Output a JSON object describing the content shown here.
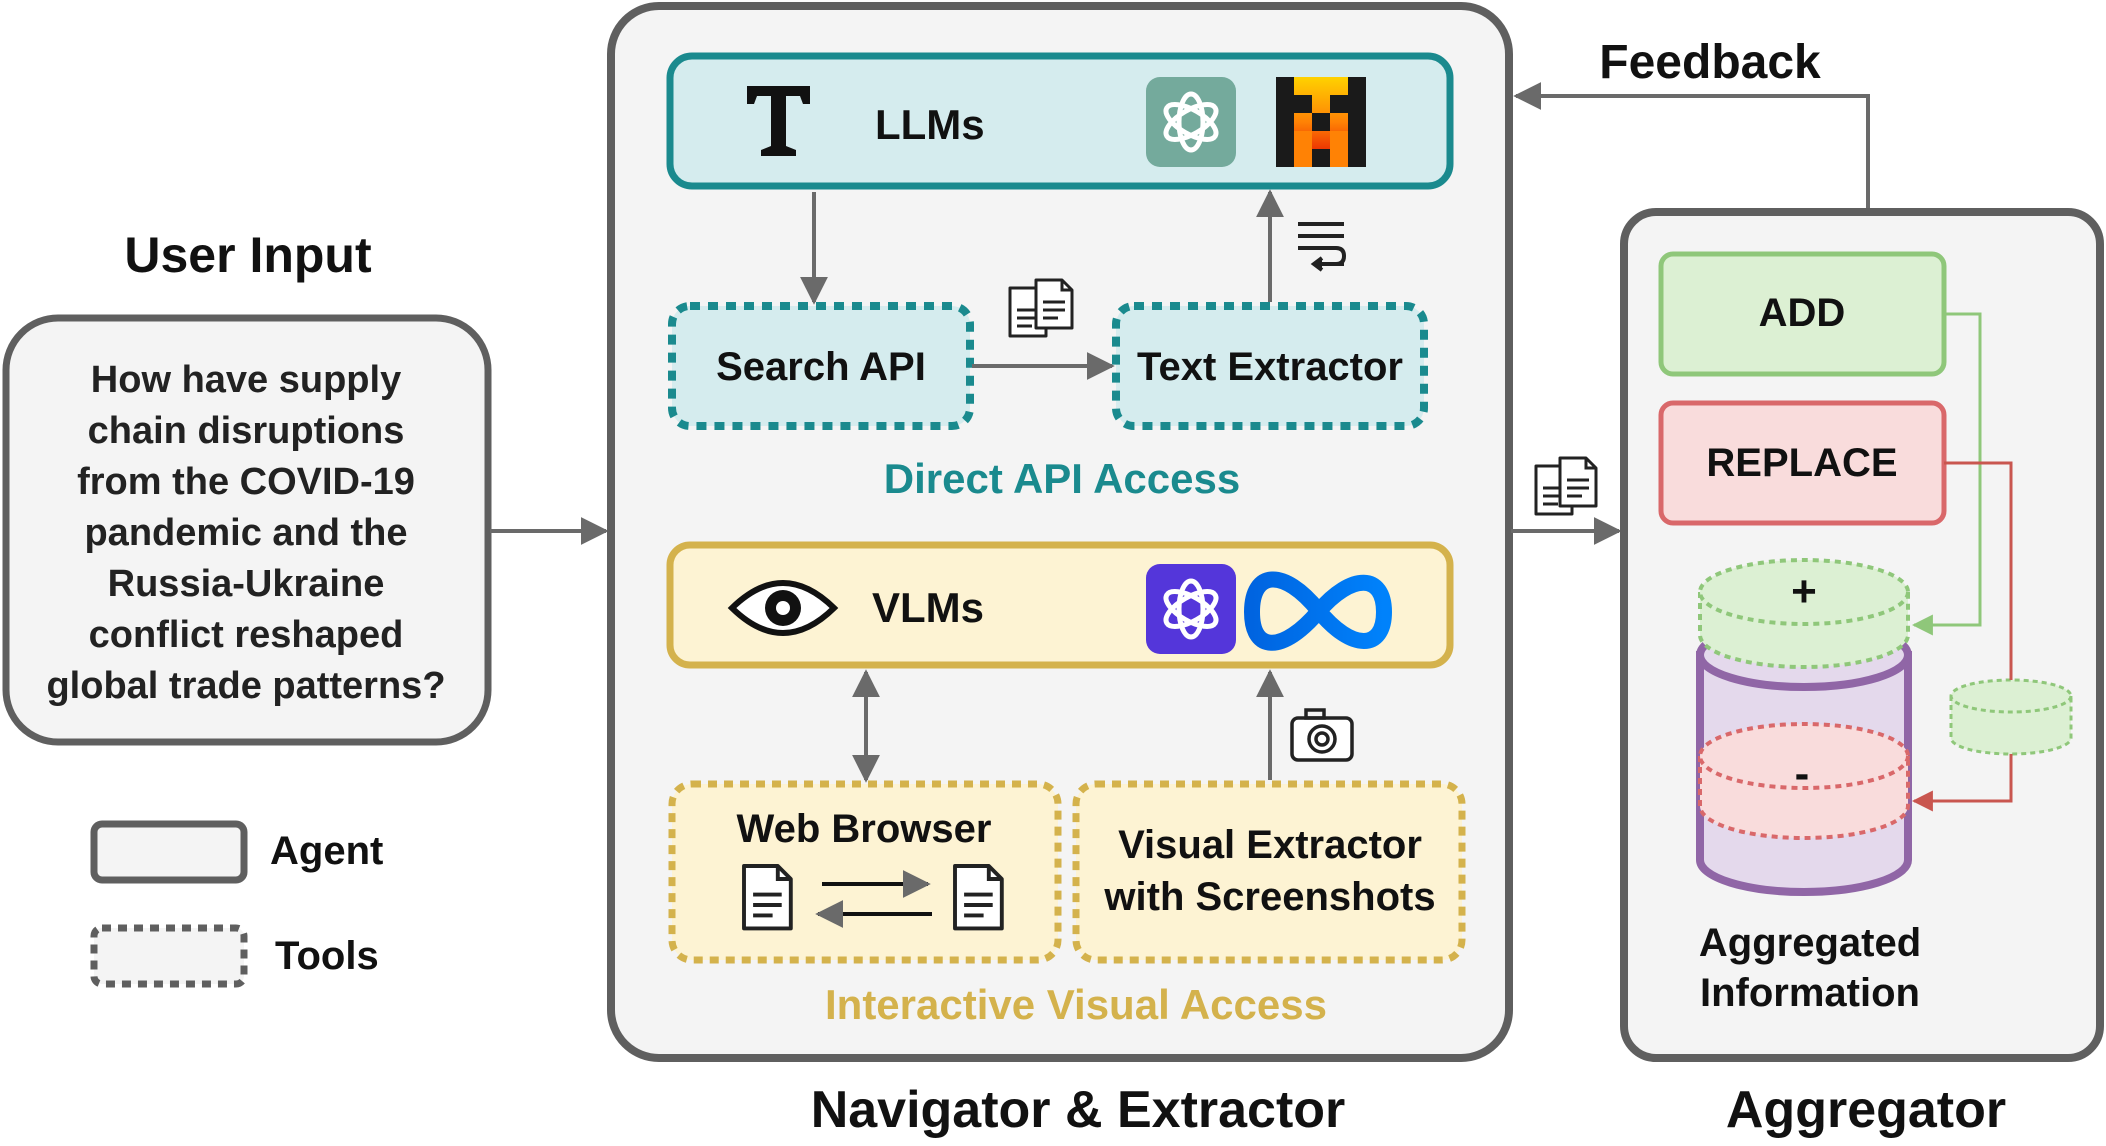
{
  "user_input": {
    "title": "User Input",
    "question_lines": [
      "How have supply",
      "chain disruptions",
      "from the COVID-19",
      "pandemic and the",
      "Russia-Ukraine",
      "conflict reshaped",
      "global trade patterns?"
    ]
  },
  "legend": {
    "agent": "Agent",
    "tools": "Tools"
  },
  "navigator": {
    "title": "Navigator & Extractor",
    "llms": {
      "label": "LLMs",
      "icons": [
        "text-t-icon",
        "openai-icon",
        "mistral-icon"
      ]
    },
    "direct_api": {
      "caption": "Direct API Access",
      "search_api": "Search API",
      "text_extractor": "Text Extractor"
    },
    "vlms": {
      "label": "VLMs",
      "icons": [
        "eye-icon",
        "openai-icon",
        "meta-icon"
      ]
    },
    "interactive": {
      "caption": "Interactive Visual Access",
      "web_browser": "Web Browser",
      "visual_extractor_line1": "Visual Extractor",
      "visual_extractor_line2": "with Screenshots"
    }
  },
  "feedback": "Feedback",
  "aggregator": {
    "title": "Aggregator",
    "add": "ADD",
    "replace": "REPLACE",
    "plus": "+",
    "minus": "-",
    "info_line1": "Aggregated",
    "info_line2": "Information"
  },
  "colors": {
    "agent_border": "#5f5f5f",
    "agent_fill": "#f4f4f4",
    "teal": "#1a8a8e",
    "teal_fill": "#d5ecee",
    "gold": "#d4b24c",
    "gold_fill": "#fdf3d3",
    "green": "#8fc77a",
    "green_fill": "#dcf0d3",
    "red": "#d9686a",
    "red_fill": "#f9dcdc",
    "purple": "#9066a6",
    "purple_fill": "#e4d9ec",
    "arrow": "#6a6a6a"
  }
}
